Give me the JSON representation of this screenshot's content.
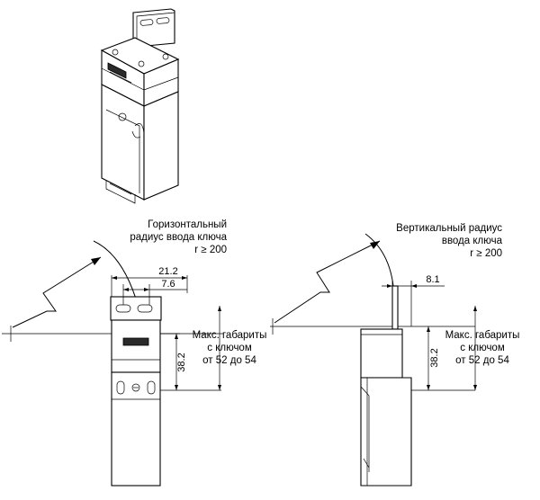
{
  "labels": {
    "horizontal_radius": [
      "Горизонтальный",
      "радиус ввода ключа",
      "r ≥ 200"
    ],
    "vertical_radius": [
      "Вертикальный радиус",
      "ввода ключа",
      "r ≥ 200"
    ],
    "max_dims_left": [
      "Макс. габариты",
      "с ключом",
      "от 52 до 54"
    ],
    "max_dims_right": [
      "Макс. габариты",
      "с ключом",
      "от 52 до 54"
    ]
  },
  "dimensions": {
    "width_outer": "21.2",
    "width_inner": "7.6",
    "height_left": "38.2",
    "offset_right": "8.1",
    "height_right": "38.2"
  }
}
